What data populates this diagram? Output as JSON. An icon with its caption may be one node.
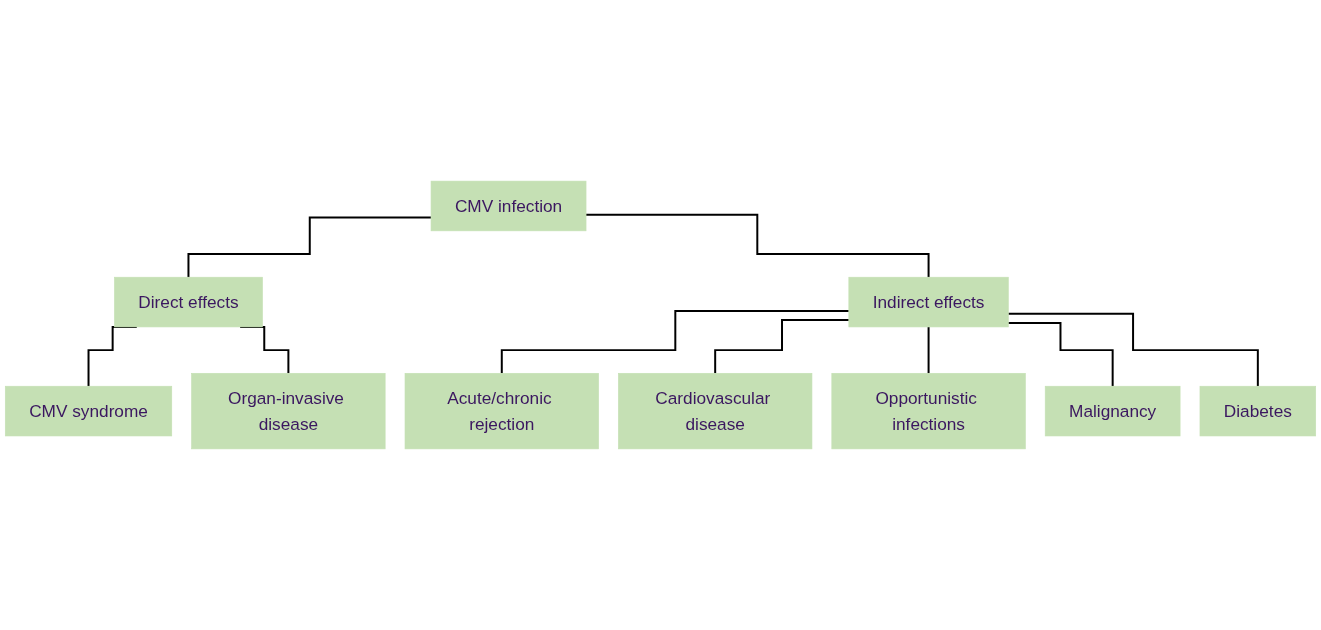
{
  "diagram": {
    "nodes": [
      {
        "text": [
          "CMV infection"
        ]
      },
      {
        "text": [
          "Direct effects"
        ]
      },
      {
        "text": [
          "Indirect effects"
        ]
      },
      {
        "text": [
          "CMV syndrome"
        ]
      },
      {
        "text": [
          "Organ-invasive disease"
        ]
      },
      {
        "text": [
          "Acute/chronic rejection"
        ]
      },
      {
        "text": [
          "Cardiovascular disease"
        ]
      },
      {
        "text": [
          "Opportunistic infections"
        ]
      },
      {
        "text": [
          "Malignancy"
        ]
      },
      {
        "text": [
          "Diabetes"
        ]
      }
    ],
    "edges": [
      {
        "from": 0,
        "to": 1,
        "arrow": "none"
      },
      {
        "from": 0,
        "to": 2,
        "arrow": "none"
      },
      {
        "from": 1,
        "to": 3,
        "arrow": "none"
      },
      {
        "from": 1,
        "to": 4,
        "arrow": "none"
      },
      {
        "from": 2,
        "to": 5,
        "arrow": "none"
      },
      {
        "from": 2,
        "to": 6,
        "arrow": "none"
      },
      {
        "from": 2,
        "to": 7,
        "arrow": "none"
      },
      {
        "from": 2,
        "to": 8,
        "arrow": "none"
      },
      {
        "from": 2,
        "to": 9,
        "arrow": "none"
      }
    ]
  }
}
